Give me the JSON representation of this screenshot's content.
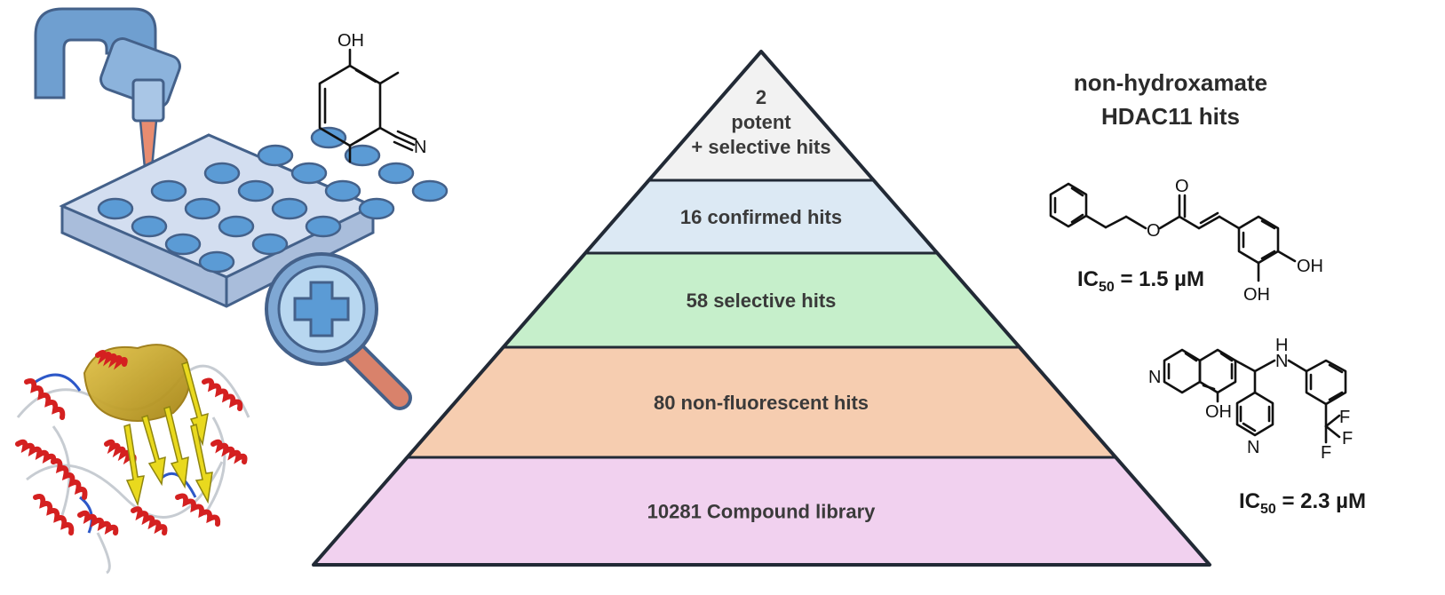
{
  "pyramid": {
    "tiers": [
      {
        "lines": [
          "2",
          "potent",
          "+ selective hits"
        ],
        "fill": "#f2f2f2"
      },
      {
        "lines": [
          "16 confirmed hits"
        ],
        "fill": "#dce9f4"
      },
      {
        "lines": [
          "58 selective hits"
        ],
        "fill": "#c6efcb"
      },
      {
        "lines": [
          "80 non-fluorescent hits"
        ],
        "fill": "#f6cdb0"
      },
      {
        "lines": [
          "10281 Compound library"
        ],
        "fill": "#f1d1ef"
      }
    ],
    "outline_color": "#222a36"
  },
  "header": {
    "line1": "non-hydroxamate",
    "line2": "HDAC11 hits"
  },
  "fragment": {
    "oh": "OH",
    "n": "N"
  },
  "hit1": {
    "o": "O",
    "o2": "O",
    "oh_a": "OH",
    "oh_b": "OH",
    "ic_prefix": "IC",
    "ic_sub": "50",
    "ic_value": " = 1.5 µM"
  },
  "hit2": {
    "n_ring": "N",
    "nh_h": "H",
    "nh_n": "N",
    "oh": "OH",
    "n_pyr": "N",
    "f1": "F",
    "f2": "F",
    "f3": "F",
    "ic_prefix": "IC",
    "ic_sub": "50",
    "ic_value": " = 2.3 µM"
  },
  "colors": {
    "plate": "#c9d6ea",
    "plate_edge": "#44618a",
    "well": "#5b9bd5",
    "dispenser": "#6f9fd0",
    "magnifier_lens": "#b8d7f0",
    "magnifier_handle": "#d9826b",
    "protein_helix": "#d42020",
    "protein_sheet": "#e9d91e",
    "protein_surface": "#c9a41f"
  }
}
